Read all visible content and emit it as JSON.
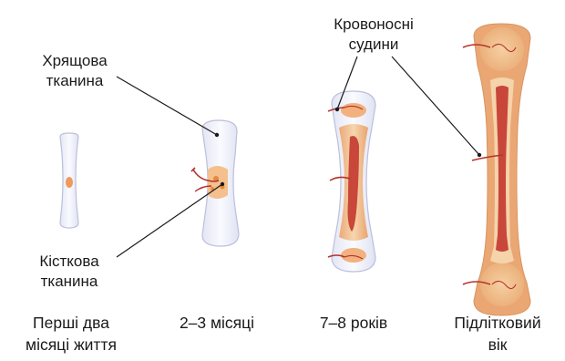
{
  "labels": {
    "cartilage": [
      "Хрящова",
      "тканина"
    ],
    "bone_tissue": [
      "Кісткова",
      "тканина"
    ],
    "blood_vessels": [
      "Кровоносні",
      "судини"
    ]
  },
  "stages": [
    {
      "caption": [
        "Перші два",
        "місяці життя"
      ]
    },
    {
      "caption": [
        "2–3 місяці"
      ]
    },
    {
      "caption": [
        "7–8 років"
      ]
    },
    {
      "caption": [
        "Підлітковий",
        "вік"
      ]
    }
  ],
  "colors": {
    "cartilage": "#eef0fa",
    "cartilage_edge": "#b9bdd8",
    "bone": "#f2c79a",
    "bone_dark": "#e8a56d",
    "marrow": "#c8473a",
    "vessel": "#b5332a",
    "line": "#1a1a1a"
  }
}
